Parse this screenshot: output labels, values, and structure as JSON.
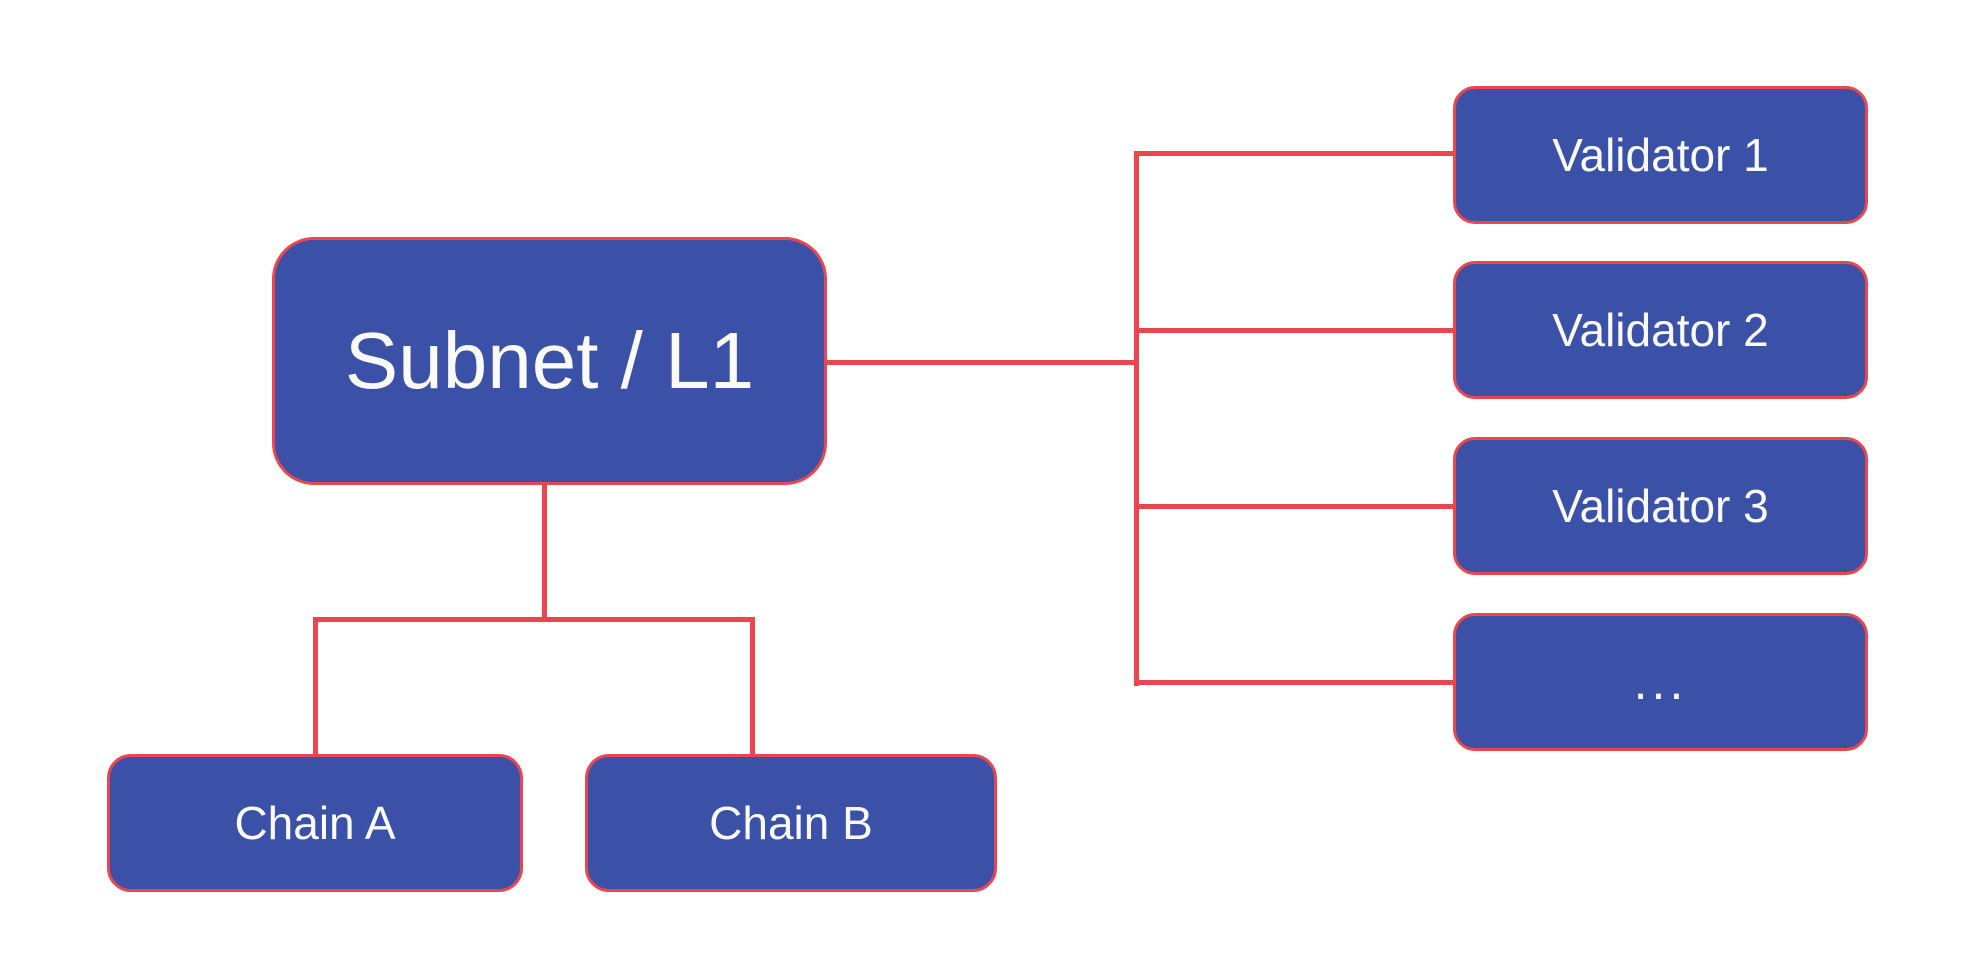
{
  "diagram": {
    "nodes": {
      "subnet": {
        "label": "Subnet / L1"
      },
      "validator1": {
        "label": "Validator 1"
      },
      "validator2": {
        "label": "Validator 2"
      },
      "validator3": {
        "label": "Validator 3"
      },
      "validatorMore": {
        "label": "..."
      },
      "chainA": {
        "label": "Chain A"
      },
      "chainB": {
        "label": "Chain B"
      }
    },
    "edges": [
      {
        "from": "subnet",
        "to": "validator1"
      },
      {
        "from": "subnet",
        "to": "validator2"
      },
      {
        "from": "subnet",
        "to": "validator3"
      },
      {
        "from": "subnet",
        "to": "validatorMore"
      },
      {
        "from": "subnet",
        "to": "chainA"
      },
      {
        "from": "subnet",
        "to": "chainB"
      }
    ],
    "colors": {
      "node_fill": "#3b51a8",
      "node_border": "#e9464f",
      "connector_line": "#e9464f",
      "label_text": "#fafafa",
      "background": "#ffffff"
    }
  }
}
